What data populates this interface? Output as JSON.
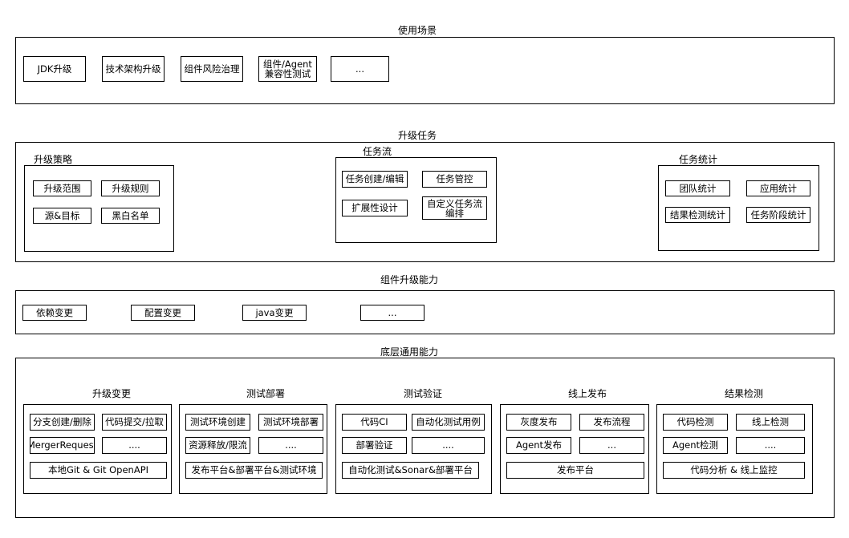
{
  "usage_scenarios": {
    "title": "使用场景",
    "items": [
      "JDK升级",
      "技术架构升级",
      "组件风险治理",
      "组件/Agent\n兼容性测试",
      "..."
    ]
  },
  "upgrade_tasks": {
    "title": "升级任务",
    "strategy": {
      "title": "升级策略",
      "items": [
        "升级范围",
        "升级规则",
        "源&目标",
        "黑白名单"
      ]
    },
    "task_flow": {
      "title": "任务流",
      "items": [
        "任务创建/编辑",
        "任务管控",
        "扩展性设计",
        "自定义任务流\n编排"
      ]
    },
    "task_stats": {
      "title": "任务统计",
      "items": [
        "团队统计",
        "应用统计",
        "结果检测统计",
        "任务阶段统计"
      ]
    }
  },
  "component_upgrade": {
    "title": "组件升级能力",
    "items": [
      "依赖变更",
      "配置变更",
      "java变更",
      "..."
    ]
  },
  "base_capabilities": {
    "title": "底层通用能力",
    "groups": [
      {
        "title": "升级变更",
        "items": [
          "分支创建/删除",
          "代码提交/拉取",
          "MergerRequest",
          "....",
          "本地Git & Git OpenAPI"
        ]
      },
      {
        "title": "测试部署",
        "items": [
          "测试环境创建",
          "测试环境部署",
          "资源释放/限流",
          "....",
          "发布平台&部署平台&测试环境"
        ]
      },
      {
        "title": "测试验证",
        "items": [
          "代码CI",
          "自动化测试用例",
          "部署验证",
          "....",
          "自动化测试&Sonar&部署平台"
        ]
      },
      {
        "title": "线上发布",
        "items": [
          "灰度发布",
          "发布流程",
          "Agent发布",
          "...",
          "发布平台"
        ]
      },
      {
        "title": "结果检测",
        "items": [
          "代码检测",
          "线上检测",
          "Agent检测",
          "....",
          "代码分析 & 线上监控"
        ]
      }
    ]
  }
}
